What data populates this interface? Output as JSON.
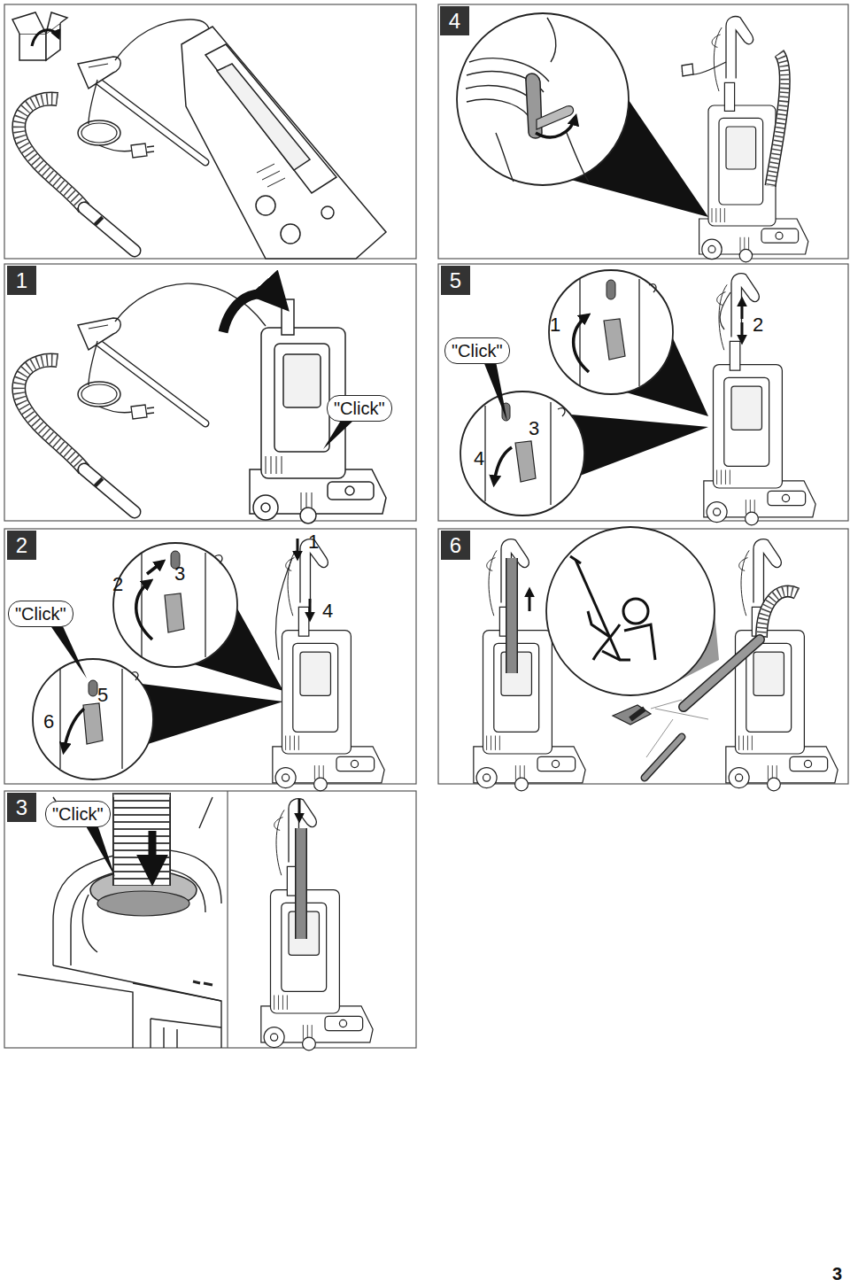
{
  "diagram": {
    "nodes": [
      {
        "text": [
          "4"
        ]
      },
      {
        "text": [
          "1"
        ]
      },
      {
        "text": [
          "\"Click\""
        ]
      },
      {
        "text": [
          "5"
        ]
      },
      {
        "text": [
          "\"Click\""
        ]
      },
      {
        "text": [
          "2"
        ]
      },
      {
        "text": [
          "\"Click\""
        ]
      },
      {
        "text": [
          "6"
        ]
      },
      {
        "text": [
          "3"
        ]
      },
      {
        "text": [
          "\"Click\""
        ]
      }
    ],
    "labels": [
      "1",
      "2",
      "3",
      "4",
      "2",
      "3",
      "1",
      "4",
      "5",
      "6",
      "3"
    ]
  }
}
